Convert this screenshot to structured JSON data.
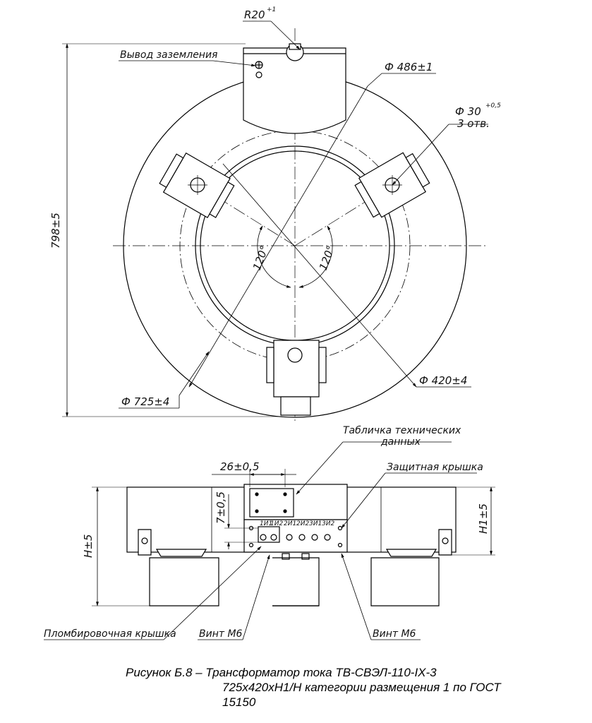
{
  "labels": {
    "r20": "R20",
    "r20_tol": "+1",
    "ground_output": "Вывод заземления",
    "dia_486": "Ф 486±1",
    "dia_30": "Ф 30",
    "dia_30_tol": "+0,5",
    "holes_3": "3 отв.",
    "height_798": "798±5",
    "angle_left": "120°",
    "angle_right": "120°",
    "dia_420": "Ф 420±4",
    "dia_725": "Ф 725±4",
    "plate_line1": "Табличка технических",
    "plate_line2": "данных",
    "dim_26": "26±0,5",
    "protective_cover": "Защитная крышка",
    "dim_7": "7±0,5",
    "height_h": "H±5",
    "height_h1": "H1±5",
    "seal_cover": "Пломбировочная крышка",
    "screw_m6_left": "Винт М6",
    "screw_m6_right": "Винт М6",
    "terminals": [
      "1И1",
      "1И2",
      "2И1",
      "2И2",
      "3И1",
      "3И2"
    ]
  },
  "caption": {
    "line1": "Рисунок Б.8 – Трансформатор тока ТВ-СВЭЛ-110-IX-3",
    "line2": "725х420хН1/Н категории размещения 1 по ГОСТ",
    "line3": "15150"
  }
}
